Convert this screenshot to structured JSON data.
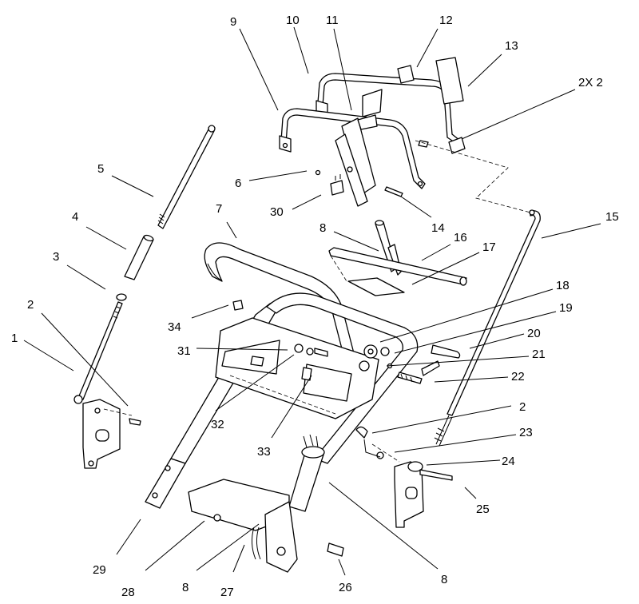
{
  "figure": {
    "background": "#ffffff",
    "ink": "#000000"
  },
  "callouts": [
    {
      "id": "c1",
      "label": "1"
    },
    {
      "id": "c2a",
      "label": "2"
    },
    {
      "id": "c2b",
      "label": "2"
    },
    {
      "id": "c3",
      "label": "3"
    },
    {
      "id": "c4",
      "label": "4"
    },
    {
      "id": "c5",
      "label": "5"
    },
    {
      "id": "c6",
      "label": "6"
    },
    {
      "id": "c7",
      "label": "7"
    },
    {
      "id": "c8a",
      "label": "8"
    },
    {
      "id": "c8b",
      "label": "8"
    },
    {
      "id": "c8c",
      "label": "8"
    },
    {
      "id": "c9",
      "label": "9"
    },
    {
      "id": "c10",
      "label": "10"
    },
    {
      "id": "c11",
      "label": "11"
    },
    {
      "id": "c12",
      "label": "12"
    },
    {
      "id": "c13",
      "label": "13"
    },
    {
      "id": "c2x2",
      "label": "2X 2"
    },
    {
      "id": "c14",
      "label": "14"
    },
    {
      "id": "c15",
      "label": "15"
    },
    {
      "id": "c16",
      "label": "16"
    },
    {
      "id": "c17",
      "label": "17"
    },
    {
      "id": "c18",
      "label": "18"
    },
    {
      "id": "c19",
      "label": "19"
    },
    {
      "id": "c20",
      "label": "20"
    },
    {
      "id": "c21",
      "label": "21"
    },
    {
      "id": "c22",
      "label": "22"
    },
    {
      "id": "c23",
      "label": "23"
    },
    {
      "id": "c24",
      "label": "24"
    },
    {
      "id": "c25",
      "label": "25"
    },
    {
      "id": "c26",
      "label": "26"
    },
    {
      "id": "c27",
      "label": "27"
    },
    {
      "id": "c28",
      "label": "28"
    },
    {
      "id": "c29",
      "label": "29"
    },
    {
      "id": "c30",
      "label": "30"
    },
    {
      "id": "c31",
      "label": "31"
    },
    {
      "id": "c32",
      "label": "32"
    },
    {
      "id": "c33",
      "label": "33"
    },
    {
      "id": "c34",
      "label": "34"
    }
  ]
}
